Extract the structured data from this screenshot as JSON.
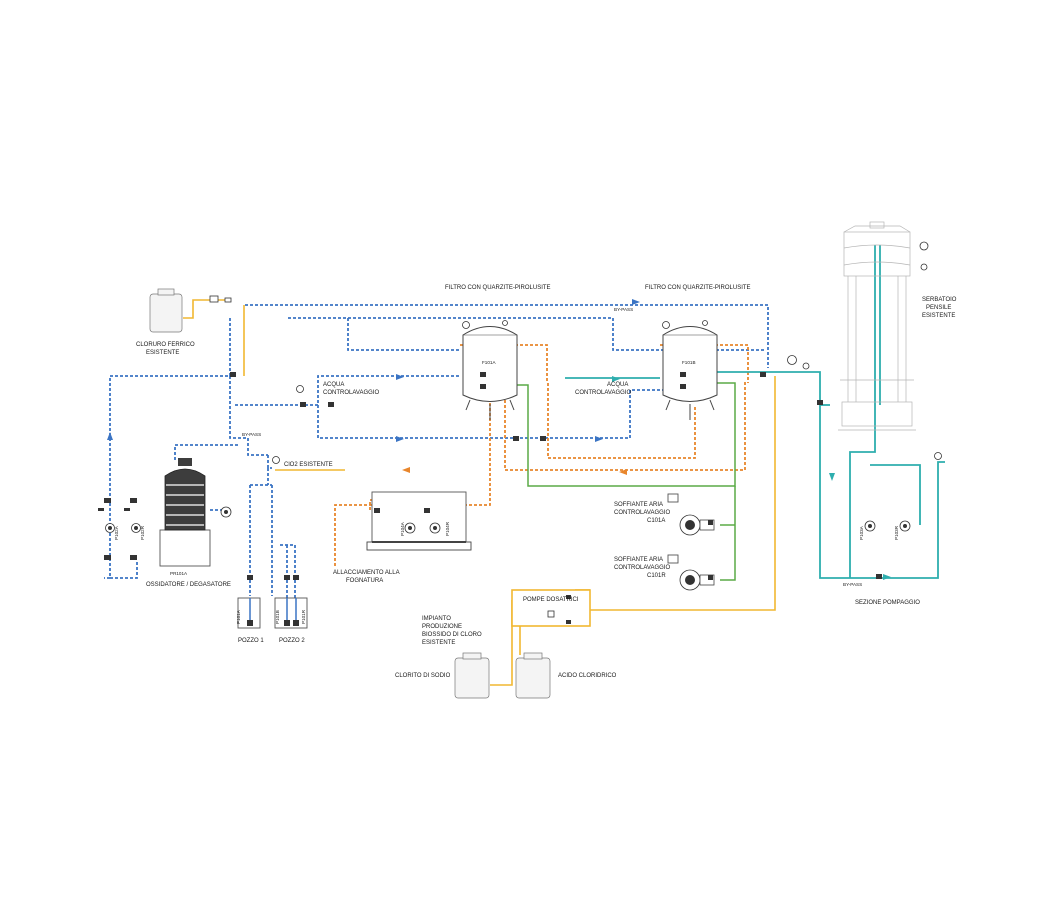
{
  "colors": {
    "raw_water": "#3b74c4",
    "filtered_water": "#2eaeae",
    "backwash_drain": "#e8862c",
    "air": "#5aaa46",
    "reagent": "#f1b731"
  },
  "labels": {
    "filter_a_title": "FILTRO CON QUARZITE-PIROLUSITE",
    "filter_b_title": "FILTRO CON QUARZITE-PIROLUSITE",
    "cloruro": "CLORURO FERRICO",
    "esistente": "ESISTENTE",
    "acqua": "ACQUA",
    "controlavaggio": "CONTROLAVAGGIO",
    "ossidatore": "OSSIDATORE / DEGASATORE",
    "clo2": "ClO2 ESISTENTE",
    "pozzo1": "POZZO 1",
    "pozzo2": "POZZO 2",
    "allacciamento": "ALLACCIAMENTO ALLA",
    "fognatura": "FOGNATURA",
    "soffiante_aria": "SOFFIANTE ARIA",
    "c101a": "C101A",
    "c101r": "C101R",
    "pompe_dosatrici": "POMPE DOSATRICI",
    "impianto": "IMPIANTO",
    "produzione": "PRODUZIONE",
    "biossido": "BIOSSIDO DI CLORO",
    "clorito": "CLORITO DI SODIO",
    "acido": "ACIDO CLORIDRICO",
    "serbatoio": "SERBATOIO",
    "pensile": "PENSILE",
    "sezione": "SEZIONE POMPAGGIO"
  },
  "tags": {
    "by_pass_top": "BY-PASS",
    "by_pass_mid": "BY-PASS",
    "by_pass_pump": "BY-PASS",
    "f101a": "F101A",
    "f101b": "F101B",
    "pr101a": "PR101A",
    "p102a": "P102A",
    "p102r": "P102R",
    "p101a": "P101A",
    "p101b": "P101B",
    "p101r": "P101R",
    "p104a": "P104A",
    "p104r": "P104R",
    "p103a": "P103A",
    "p103r": "P103R"
  }
}
